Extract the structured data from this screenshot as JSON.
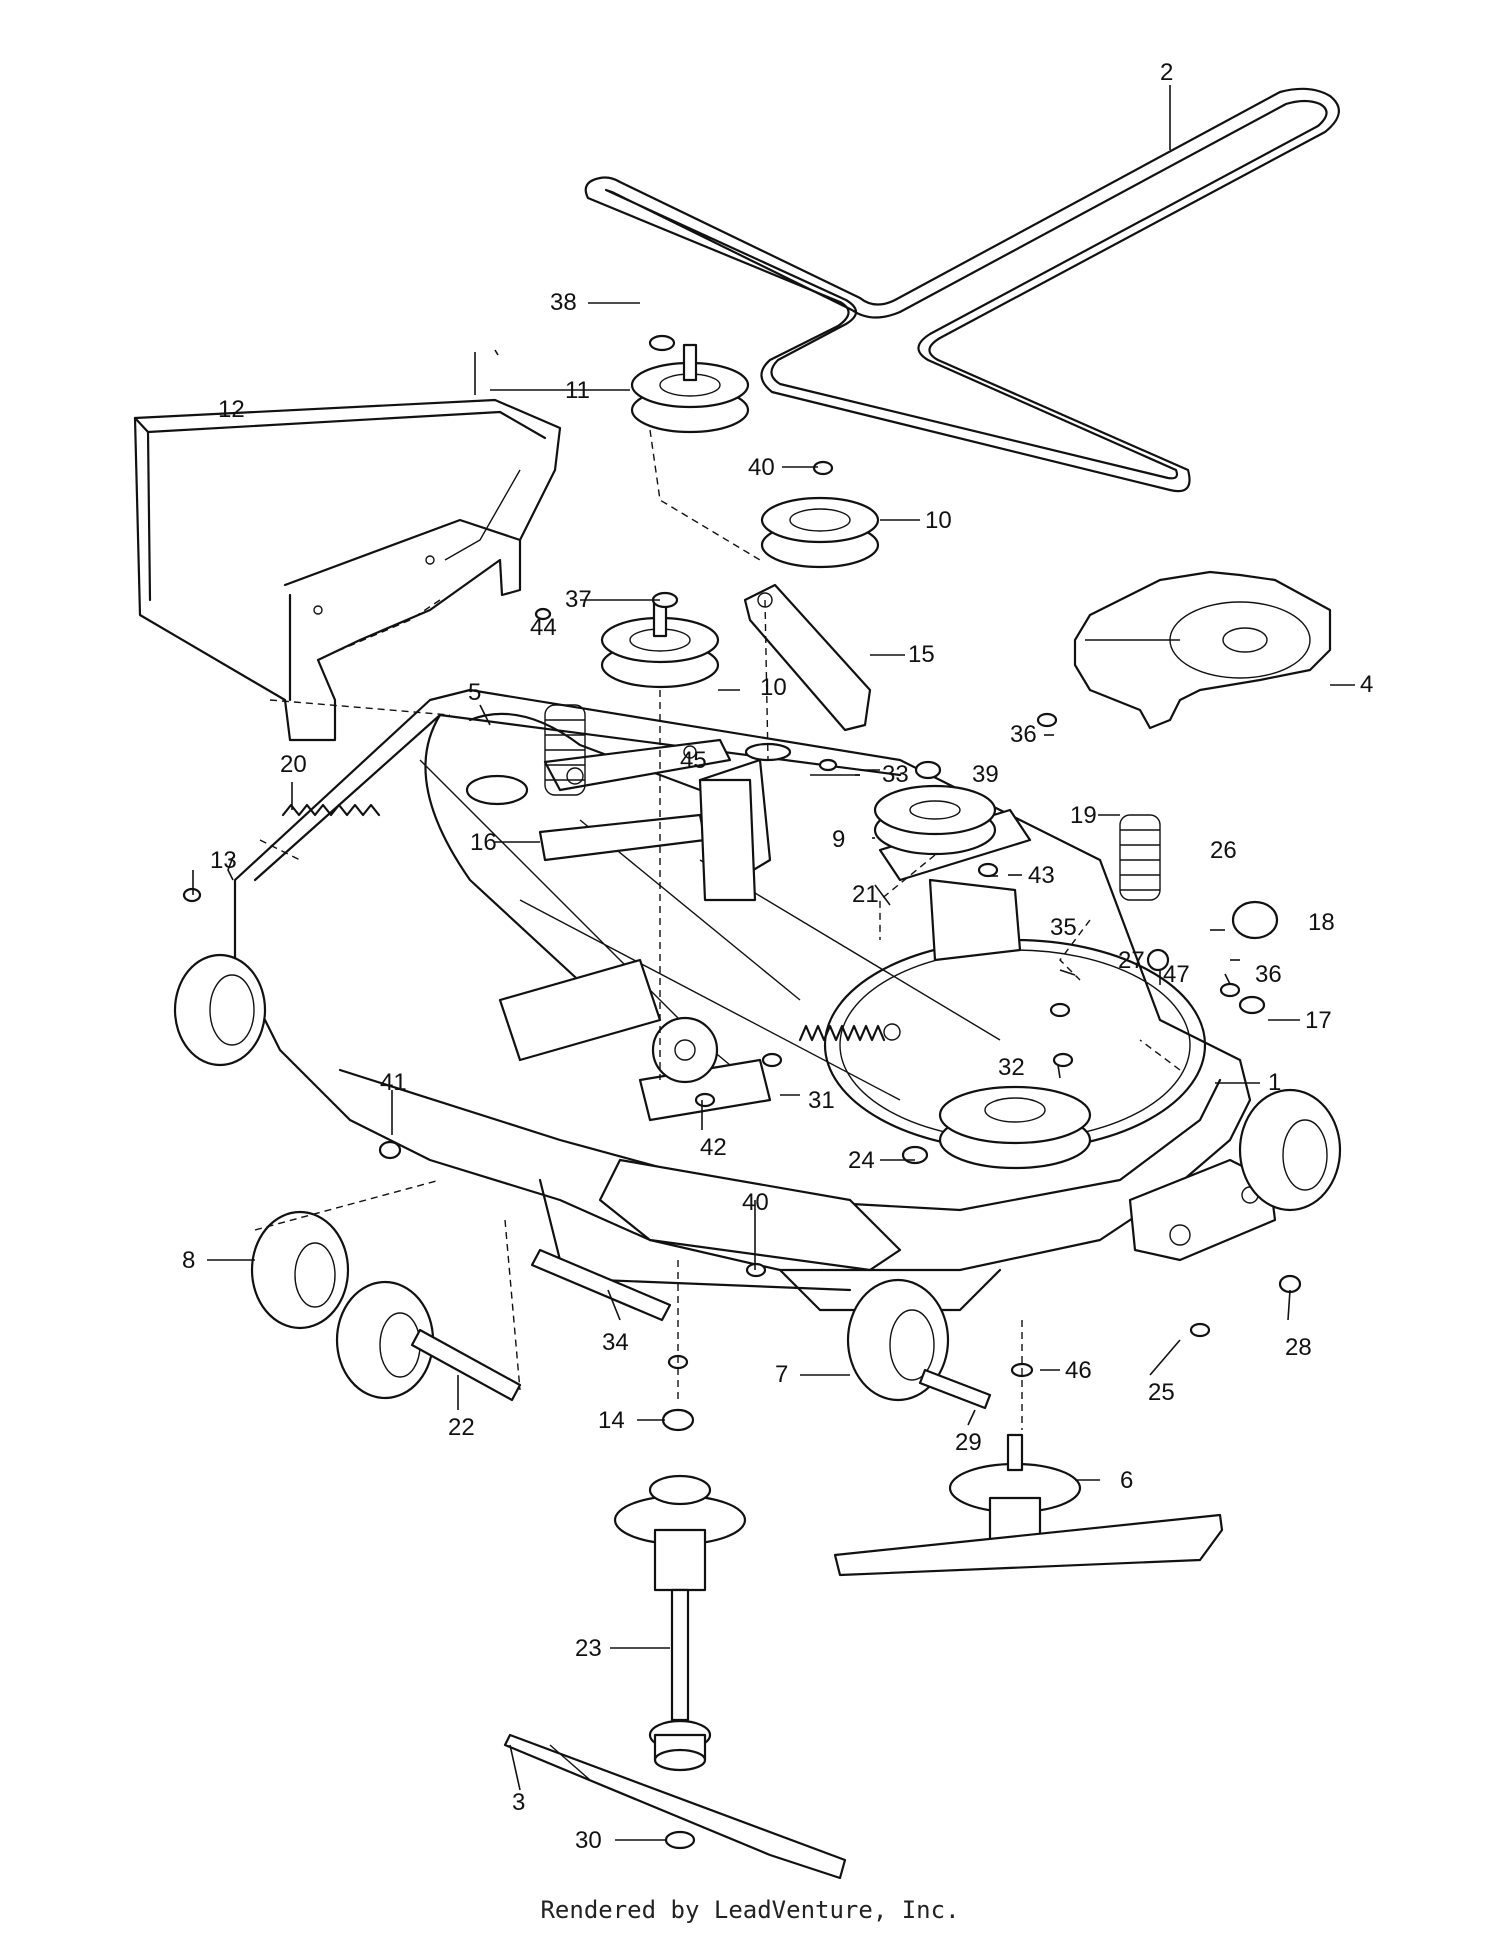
{
  "footer": "Rendered by LeadVenture, Inc.",
  "callouts": [
    "1",
    "2",
    "3",
    "4",
    "5",
    "6",
    "7",
    "8",
    "9",
    "10",
    "10",
    "11",
    "12",
    "13",
    "14",
    "15",
    "16",
    "17",
    "18",
    "19",
    "20",
    "21",
    "22",
    "23",
    "24",
    "25",
    "26",
    "27",
    "28",
    "29",
    "30",
    "31",
    "32",
    "33",
    "34",
    "35",
    "36",
    "36",
    "37",
    "38",
    "39",
    "40",
    "40",
    "41",
    "42",
    "43",
    "44",
    "45",
    "46",
    "47"
  ]
}
